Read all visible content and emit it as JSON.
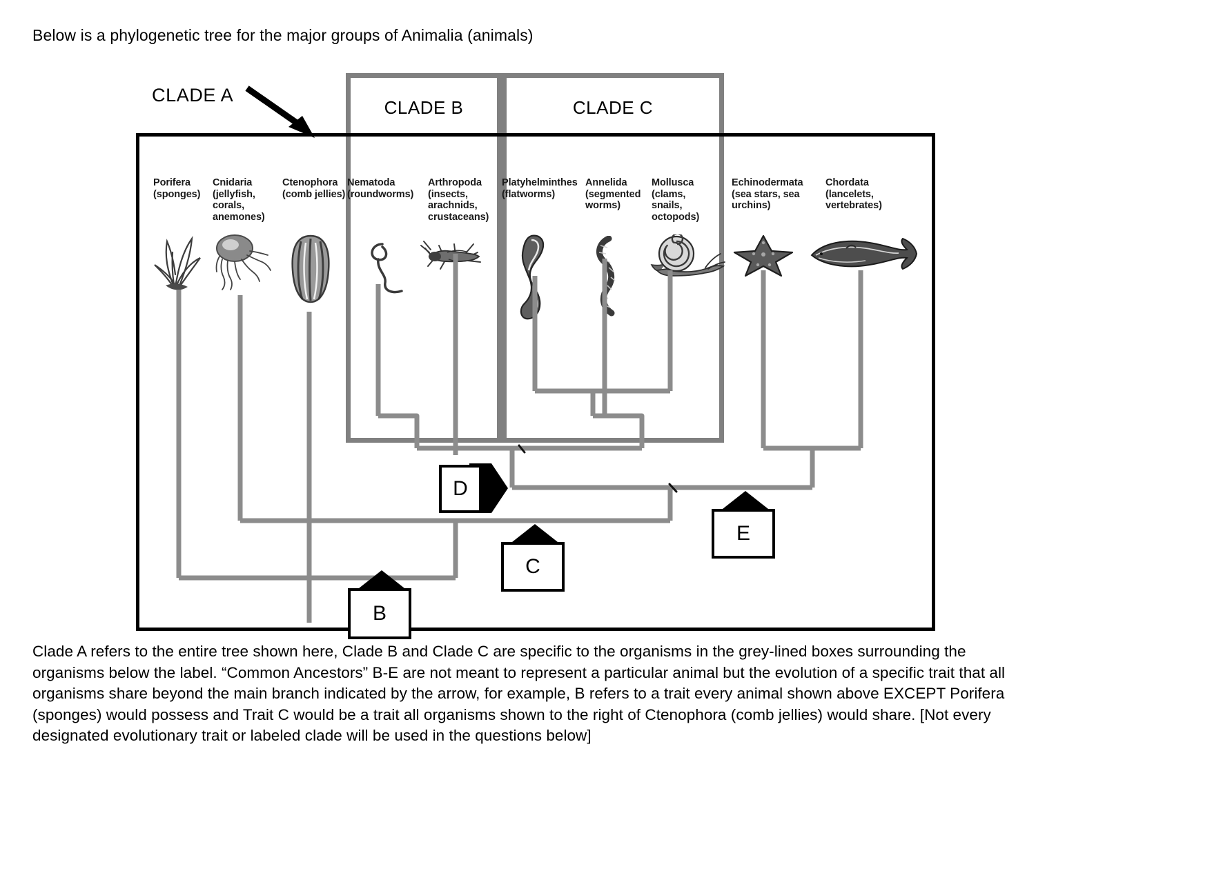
{
  "intro": "Below is a phylogenetic tree for the major groups of Animalia (animals)",
  "clades": {
    "a": "CLADE A",
    "b": "CLADE B",
    "c": "CLADE C"
  },
  "taxa": [
    {
      "name": "Porifera",
      "common": "(sponges)",
      "icon": "sponge-icon"
    },
    {
      "name": "Cnidaria",
      "common": "(jellyfish, corals, anemones)",
      "icon": "jellyfish-icon"
    },
    {
      "name": "Ctenophora",
      "common": "(comb jellies)",
      "icon": "comb-jelly-icon"
    },
    {
      "name": "Nematoda",
      "common": "(roundworms)",
      "icon": "roundworm-icon"
    },
    {
      "name": "Arthropoda",
      "common": "(insects, arachnids, crustaceans)",
      "icon": "insect-icon"
    },
    {
      "name": "Platyhelminthes",
      "common": "(flatworms)",
      "icon": "flatworm-icon"
    },
    {
      "name": "Annelida",
      "common": "(segmented worms)",
      "icon": "segmented-worm-icon"
    },
    {
      "name": "Mollusca",
      "common": "(clams, snails, octopods)",
      "icon": "snail-icon"
    },
    {
      "name": "Echinodermata",
      "common": "(sea stars, sea urchins)",
      "icon": "sea-star-icon"
    },
    {
      "name": "Chordata",
      "common": "(lancelets, vertebrates)",
      "icon": "whale-icon"
    }
  ],
  "ancestors": [
    {
      "id": "B",
      "label": "B",
      "cap": "top"
    },
    {
      "id": "C",
      "label": "C",
      "cap": "top"
    },
    {
      "id": "D",
      "label": "D",
      "cap": "right"
    },
    {
      "id": "E",
      "label": "E",
      "cap": "top"
    }
  ],
  "caption": "Clade A refers to the entire tree shown here, Clade B and Clade C are specific to the organisms in the grey-lined boxes surrounding the organisms below the label. “Common Ancestors” B-E are not meant to represent a particular animal but the evolution of a specific trait that all organisms share beyond the main branch indicated by the arrow, for example, B refers to a trait every animal shown above EXCEPT Porifera (sponges) would possess and Trait C would be a trait all organisms shown to the right of Ctenophora (comb jellies) would share. [Not every designated evolutionary trait or labeled clade will be used in the questions below]",
  "colors": {
    "branch": "#8c8c8c",
    "clade_box": "#808080",
    "frame": "#000000",
    "text": "#000000"
  }
}
